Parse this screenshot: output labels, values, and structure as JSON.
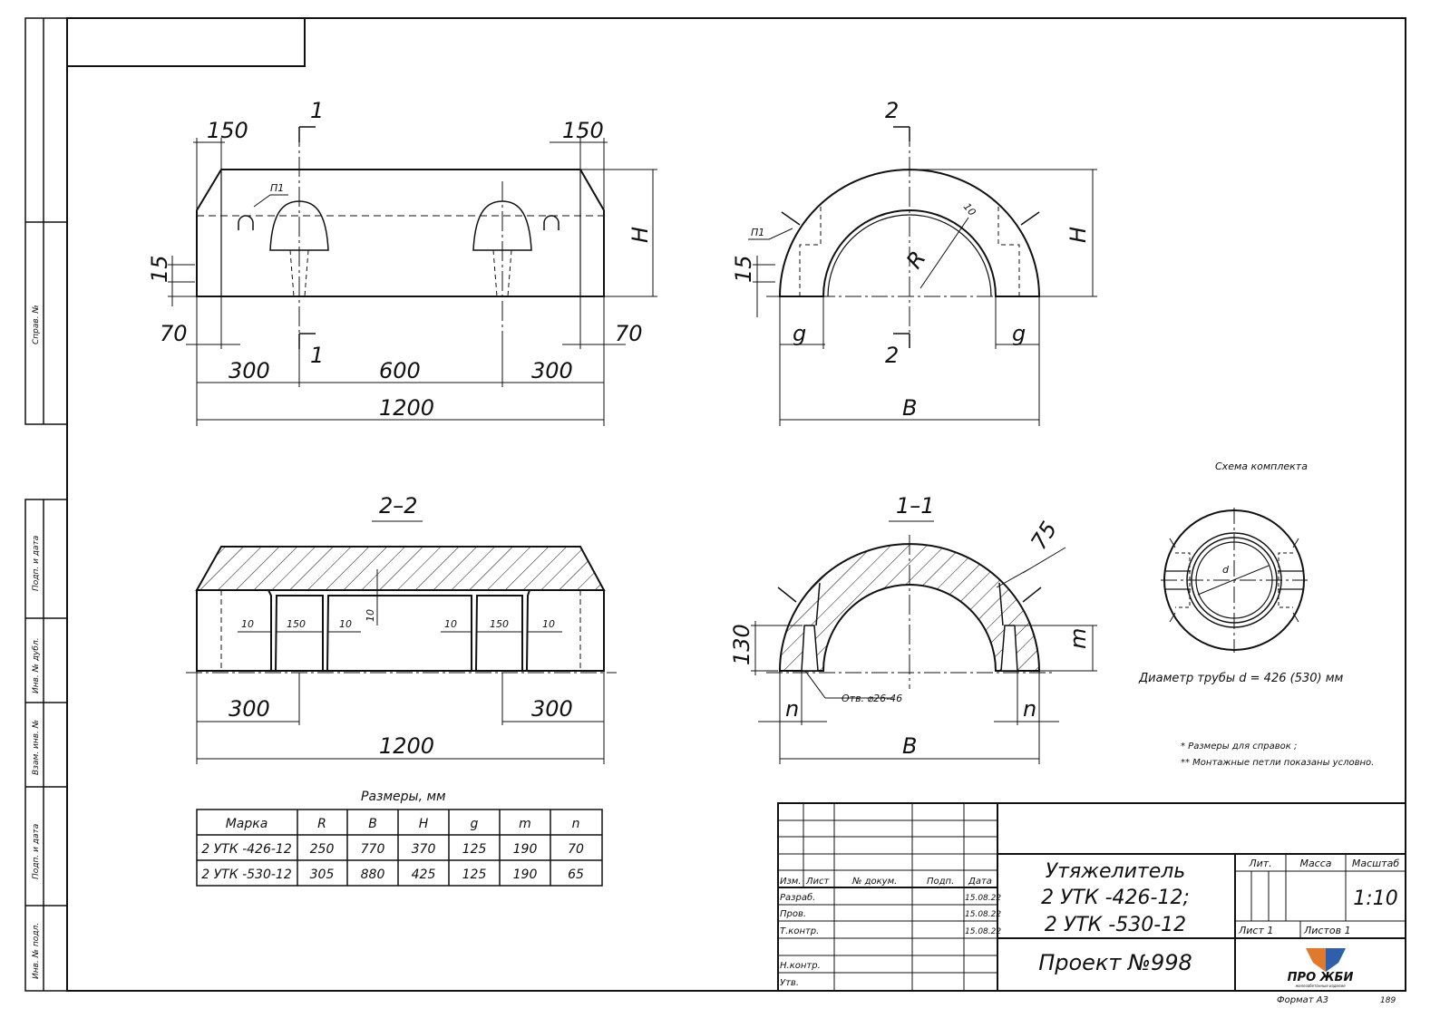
{
  "sidebar_labels": [
    "Справ. №",
    "Подп. и дата",
    "Инв. № дубл.",
    "Взам. инв. №",
    "Подп. и дата",
    "Инв. № подл."
  ],
  "views": {
    "front": {
      "dims": {
        "w150_left": "150",
        "w150_right": "150",
        "cut_top": "1",
        "cut_bottom": "1",
        "loop_label": "П1",
        "height": "H",
        "d15": "15",
        "d70_left": "70",
        "d70_right": "70",
        "d300_left": "300",
        "d600": "600",
        "d300_right": "300",
        "d1200": "1200"
      }
    },
    "side": {
      "dims": {
        "cut_top": "2",
        "cut_bottom": "2",
        "loop_label": "П1",
        "d10": "10",
        "radius": "R",
        "height": "H",
        "d15": "15",
        "g_left": "g",
        "g_right": "g",
        "width": "B"
      }
    },
    "section22": {
      "title": "2–2",
      "dims": {
        "a": "10",
        "b": "150",
        "c": "10",
        "d": "10",
        "e": "10",
        "f": "150",
        "g": "10",
        "d300_left": "300",
        "d300_right": "300",
        "d1200": "1200"
      }
    },
    "section11": {
      "title": "1–1",
      "dims": {
        "d75": "75",
        "d130": "130",
        "m": "m",
        "n_left": "n",
        "n_right": "n",
        "width": "B",
        "hole": "Отв. ⌀26-46"
      }
    },
    "scheme": {
      "title": "Схема комплекта",
      "d_label": "d",
      "caption": "Диаметр трубы  d = 426 (530)  мм"
    }
  },
  "notes": [
    "* Размеры для справок ;",
    "** Монтажные петли показаны условно."
  ],
  "table": {
    "caption": "Размеры, мм",
    "headers": [
      "Марка",
      "R",
      "B",
      "H",
      "g",
      "m",
      "n"
    ],
    "rows": [
      [
        "2 УТК -426-12",
        "250",
        "770",
        "370",
        "125",
        "190",
        "70"
      ],
      [
        "2 УТК -530-12",
        "305",
        "880",
        "425",
        "125",
        "190",
        "65"
      ]
    ]
  },
  "title_block": {
    "col_headers": [
      "Изм.",
      "Лист",
      "№ докум.",
      "Подп.",
      "Дата"
    ],
    "rows": [
      {
        "label": "Разраб.",
        "date": "15.08.22"
      },
      {
        "label": "Пров.",
        "date": "15.08.22"
      },
      {
        "label": "Т.контр.",
        "date": "15.08.22"
      },
      {
        "label": "Н.контр.",
        "date": ""
      },
      {
        "label": "Утв.",
        "date": ""
      }
    ],
    "name_line1": "Утяжелитель",
    "name_line2": "2 УТК -426-12;",
    "name_line3": "2 УТК -530-12",
    "lit": "Лит.",
    "mass": "Масса",
    "scale_label": "Масштаб",
    "scale": "1:10",
    "sheet": "Лист 1",
    "sheets": "Листов 1",
    "project": "Проект  №998",
    "logo": "ПРО ЖБИ",
    "logo_sub": "железобетонные изделия",
    "format": "Формат А3",
    "page_no": "189"
  },
  "colors": {
    "ink": "#111111",
    "logo_orange": "#e07a2a",
    "logo_blue": "#2f5fa8"
  }
}
